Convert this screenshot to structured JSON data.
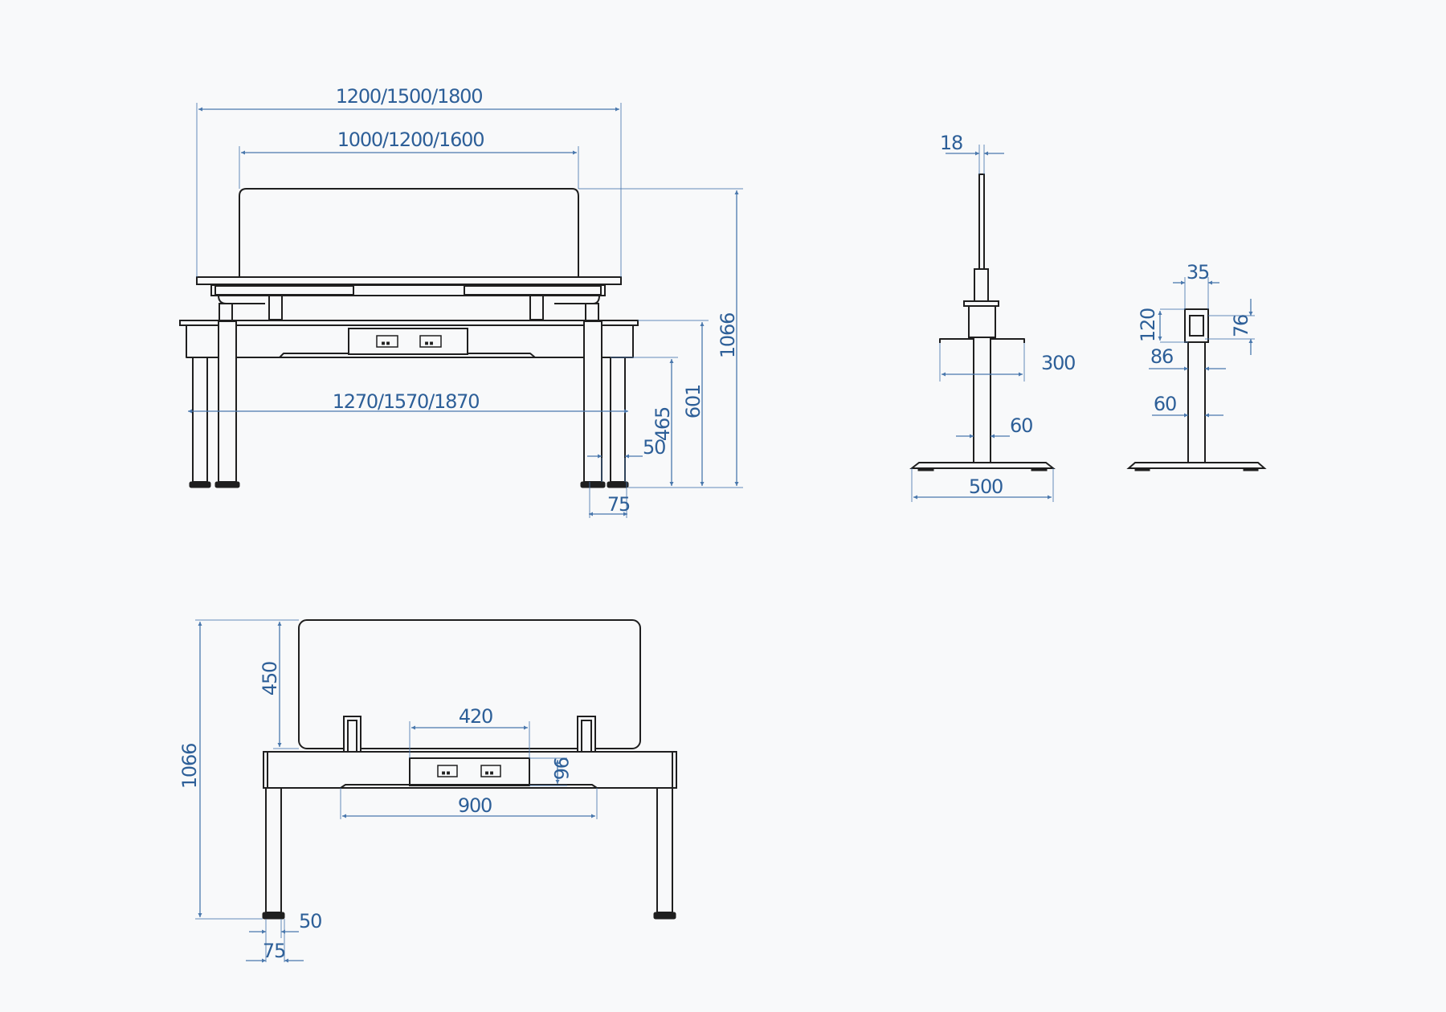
{
  "colors": {
    "background": "#f8f9fa",
    "outline": "#1f1f1f",
    "dimension": "#4a78ad",
    "dimension_text": "#2d5f98"
  },
  "front_view": {
    "overall_width": "1200/1500/1800",
    "screen_width": "1000/1200/1600",
    "frame_width": "1270/1570/1870",
    "total_height": "1066",
    "desk_height": "601",
    "lower_height": "465",
    "leg_width": "50",
    "foot_width": "75"
  },
  "side_view": {
    "screen_thickness": "18",
    "bracket_width": "300",
    "post_width": "60",
    "base_width": "500"
  },
  "section_view": {
    "post_width": "35",
    "bracket_height": "120",
    "bracket_opening": "76",
    "bracket_depth": "86",
    "column_width": "60"
  },
  "bottom_view": {
    "screen_height": "450",
    "total_height": "1066",
    "socket_box_width": "420",
    "socket_box_height": "96",
    "tray_width": "900",
    "leg_width": "50",
    "foot_width": "75"
  }
}
